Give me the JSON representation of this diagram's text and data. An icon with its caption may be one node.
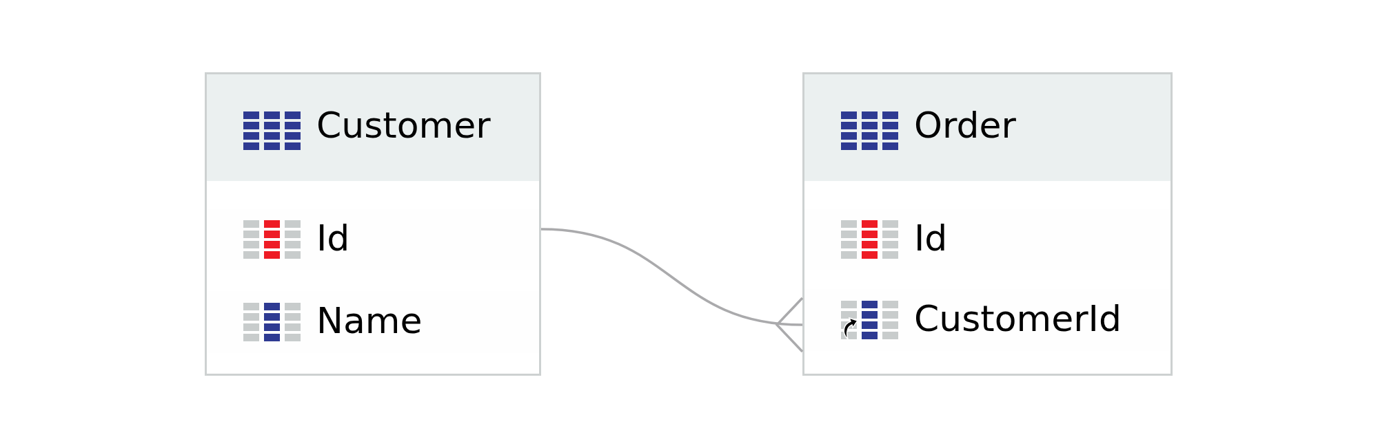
{
  "diagram": {
    "nodes": [
      {
        "text": [
          "Customer"
        ]
      },
      {
        "text": [
          "Id"
        ],
        "in": 0
      },
      {
        "text": [
          "Name"
        ],
        "in": 0
      },
      {
        "text": [
          "Order"
        ]
      },
      {
        "text": [
          "Id"
        ],
        "in": 3
      },
      {
        "text": [
          "CustomerId"
        ],
        "in": 3
      }
    ],
    "edges": [
      {
        "from": 1,
        "to": 5,
        "arrow": "other"
      }
    ]
  }
}
